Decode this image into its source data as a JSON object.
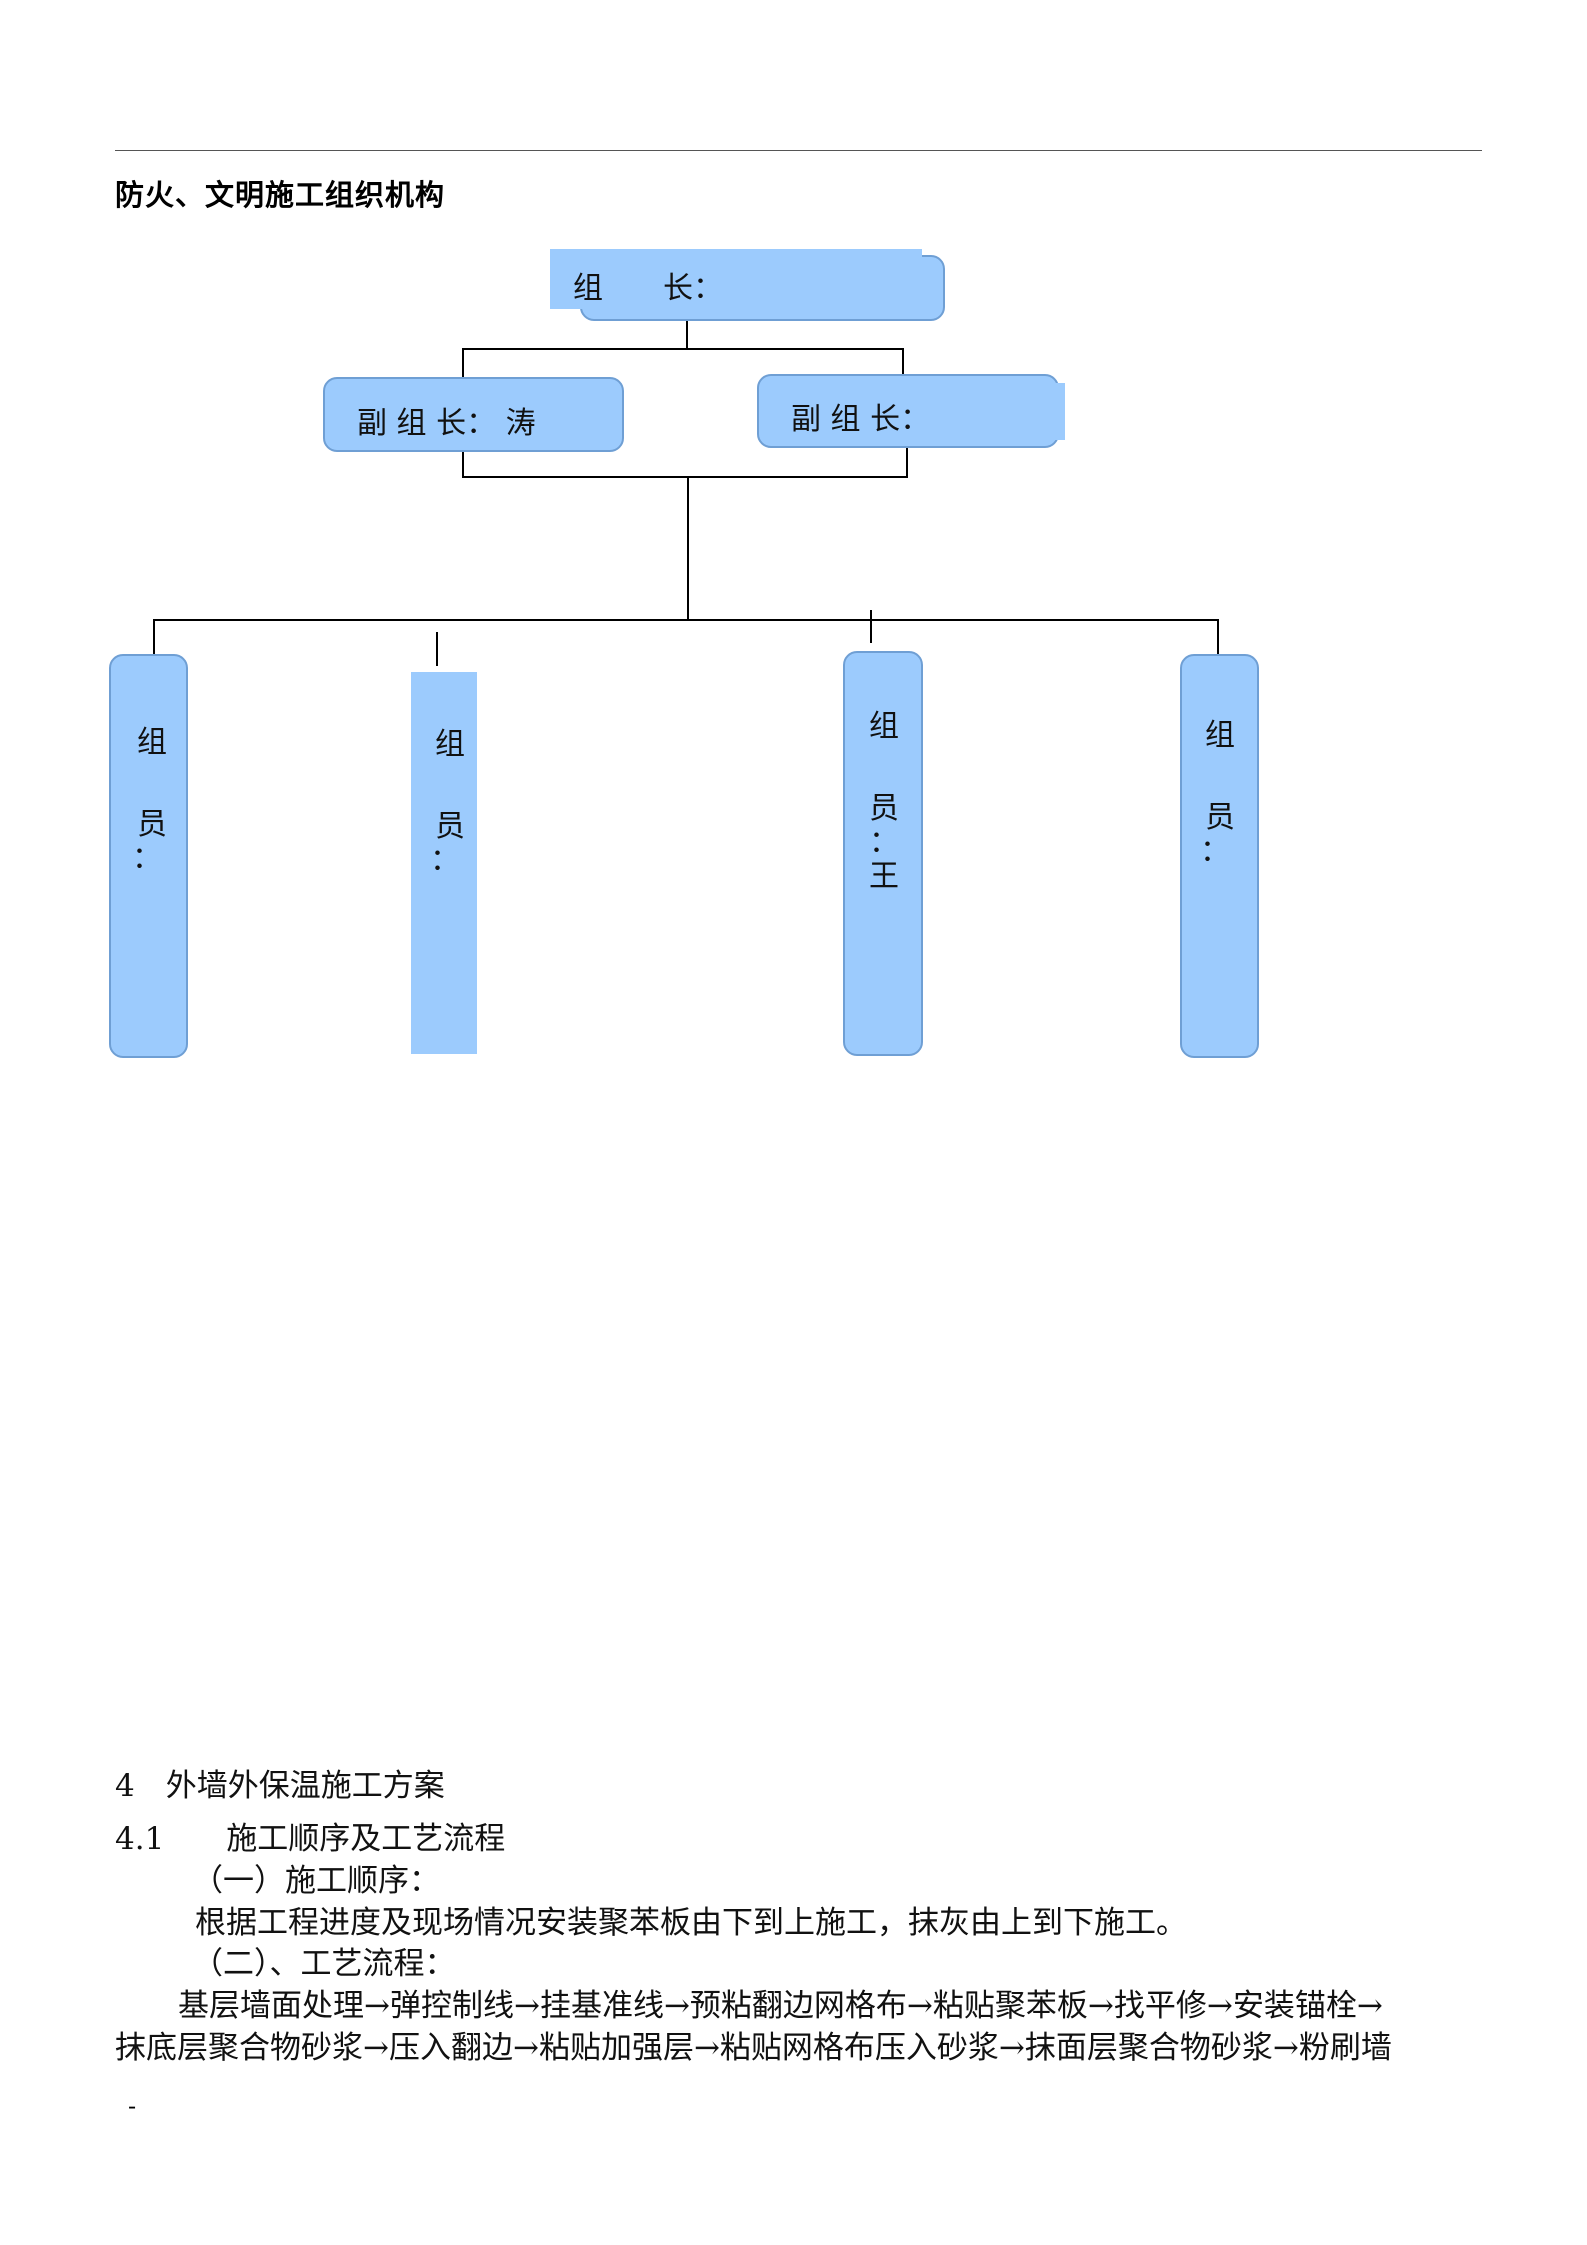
{
  "section_heading": "防火、文明施工组织机构",
  "org_chart": {
    "leader": "组　　长：",
    "deputy_left": "副 组 长： 涛",
    "deputy_right": "副 组 长：",
    "members": [
      {
        "c1": "组",
        "c2": "员",
        "c3": "：",
        "c4": ""
      },
      {
        "c1": "组",
        "c2": "员",
        "c3": "：",
        "c4": ""
      },
      {
        "c1": "组",
        "c2": "员",
        "c3": "：",
        "c4": "王"
      },
      {
        "c1": "组",
        "c2": "员",
        "c3": "：",
        "c4": ""
      }
    ]
  },
  "section4": {
    "title": "4　外墙外保温施工方案",
    "sub_title": "4.1　　施工顺序及工艺流程",
    "order_title": "（一）施工顺序：",
    "order_text": "根据工程进度及现场情况安装聚苯板由下到上施工，抹灰由上到下施工。",
    "flow_title": "（二）、工艺流程：",
    "flow_line1": "基层墙面处理→弹控制线→挂基准线→预粘翻边网格布→粘贴聚苯板→找平修→安装锚栓→",
    "flow_line2": "抹底层聚合物砂浆→压入翻边→粘贴加强层→粘贴网格布压入砂浆→抹面层聚合物砂浆→粉刷墙"
  },
  "footer": "-"
}
